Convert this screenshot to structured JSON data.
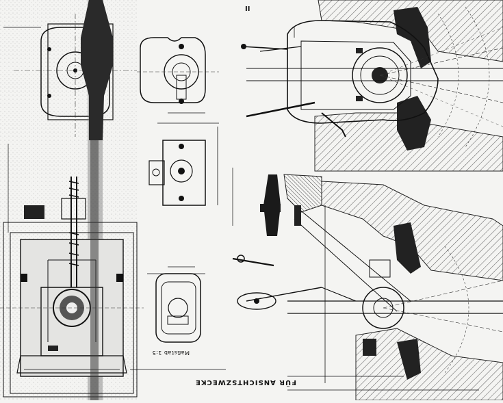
{
  "drawing": {
    "sheet_number": "II",
    "scale_note": "Maßstab 1:5",
    "stamp": "FÜR ANSICHTSZWECKE"
  },
  "colors": {
    "paper": "#f4f4f2",
    "ink": "#111111",
    "hatch": "#555555",
    "dark_fill": "#1a1a1a"
  }
}
